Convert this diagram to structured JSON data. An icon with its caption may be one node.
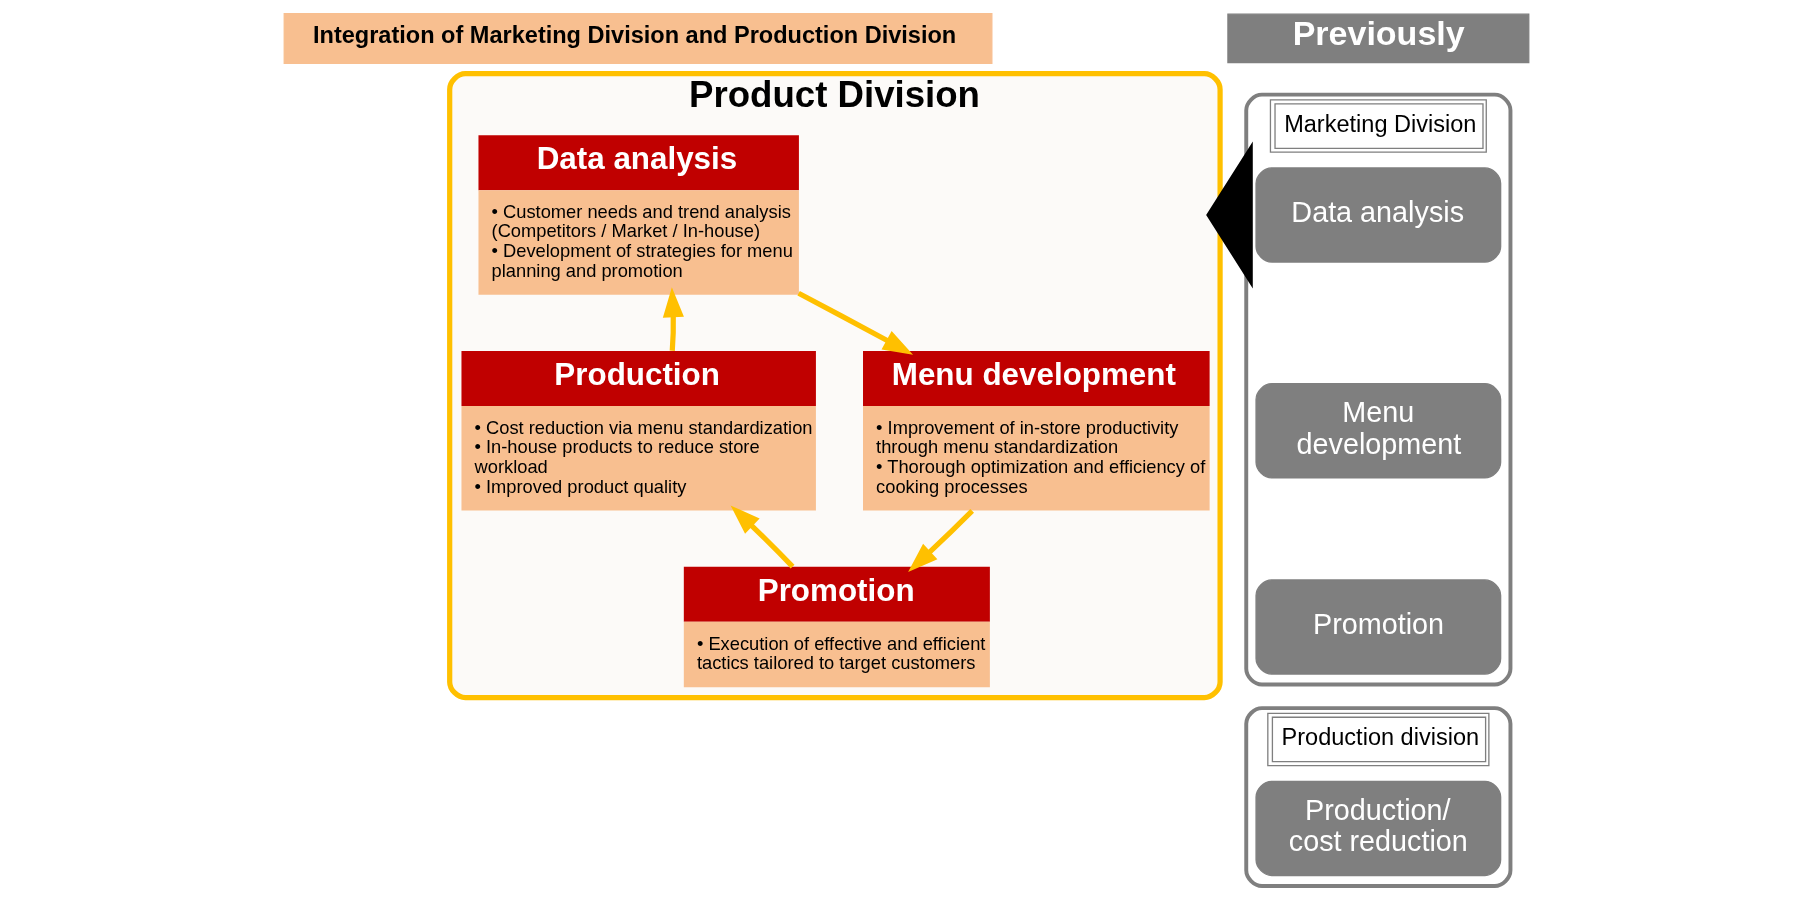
{
  "diagram": {
    "nodes": [
      {
        "text": [
          "Previously"
        ]
      },
      {
        "text": [
          "Marketing Division"
        ]
      },
      {
        "text": [
          "Data analysis"
        ],
        "in": 1
      },
      {
        "text": [
          "Menu development"
        ],
        "in": 1
      },
      {
        "text": [
          "Promotion"
        ],
        "in": 1
      },
      {
        "text": [
          "Production division"
        ]
      },
      {
        "text": [
          "Production/ cost reduction"
        ],
        "in": 5
      },
      {
        "text": [
          "Integration of Marketing Division and Production Division"
        ]
      },
      {
        "text": [
          "Product Division"
        ]
      },
      {
        "text": [
          "Data analysis",
          "• Customer needs and trend analysis (Competitors / Market / In-house)",
          "• Development of strategies for menu planning and promotion"
        ],
        "in": 8
      },
      {
        "text": [
          "Production",
          "• Cost reduction via menu standardization",
          "• In-house products to reduce store workload",
          "• Improved product quality"
        ],
        "in": 8
      },
      {
        "text": [
          "Menu development",
          "• Improvement of in-store productivity through menu standardization",
          "• Thorough optimization and efficiency of cooking processes"
        ],
        "in": 8
      },
      {
        "text": [
          "Promotion",
          "• Execution of effective and efficient tactics tailored to target customers"
        ],
        "in": 8
      }
    ],
    "edges": [
      {
        "from": 1,
        "to": 8,
        "arrow": "to",
        "style": "thick",
        "color": "#000000"
      },
      {
        "from": 9,
        "to": 11,
        "arrow": "to"
      },
      {
        "from": 11,
        "to": 12,
        "arrow": "to"
      },
      {
        "from": 12,
        "to": 10,
        "arrow": "to"
      },
      {
        "from": 10,
        "to": 9,
        "arrow": "to"
      }
    ]
  }
}
